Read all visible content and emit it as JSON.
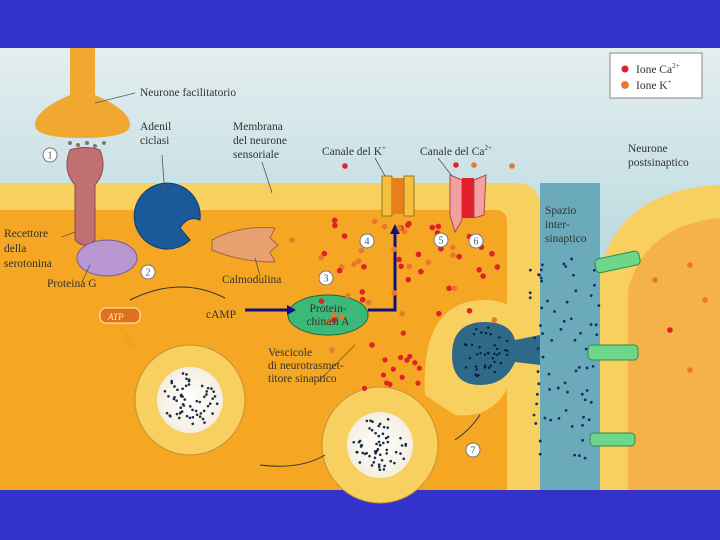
{
  "labels": {
    "neurone_facilitatorio": "Neurone facilitatorio",
    "adenil_1": "Adenil",
    "adenil_2": "ciclasi",
    "membrana_1": "Membrana",
    "membrana_2": "del neurone",
    "membrana_3": "sensoriale",
    "canale_k": "Canale del K",
    "canale_k_sup": "+",
    "canale_ca": "Canale del Ca",
    "canale_ca_sup": "2+",
    "recettore_1": "Recettore",
    "recettore_2": "della",
    "recettore_3": "serotonina",
    "proteina_g": "Proteina G",
    "calmodulina": "Calmodulina",
    "camp": "cAMP",
    "atp": "ATP",
    "pka_1": "Protein-",
    "pka_2": "chinasi A",
    "vescicole_1": "Vescicole",
    "vescicole_2": "di neurotrasmet-",
    "vescicole_3": "titore sinaptico",
    "spazio_1": "Spazio",
    "spazio_2": "inter-",
    "spazio_3": "sinaptico",
    "postsin_1": "Neurone",
    "postsin_2": "postsinaptico"
  },
  "steps": [
    "1",
    "2",
    "3",
    "4",
    "5",
    "6",
    "7"
  ],
  "legend": {
    "ca": "Ione Ca",
    "ca_sup": "2+",
    "k": "Ione K",
    "k_sup": "+"
  },
  "colors": {
    "frame": "#3333cc",
    "ca_ion": "#e0202a",
    "k_ion": "#e8782a",
    "membrane": "#f8d060",
    "cytoplasm": "#f5a623",
    "adenyl_cyclase": "#1a5a9a",
    "protein_kinase": "#3cb878"
  }
}
